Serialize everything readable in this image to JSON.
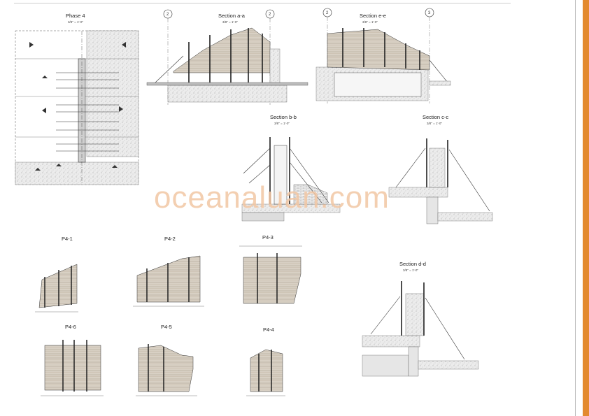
{
  "watermark": "oceanaluan.com",
  "scale_label": "3/8\" = 1'-0\"",
  "views": {
    "plan": {
      "title": "Phase 4"
    },
    "section_aa": {
      "title": "Section a-a",
      "grid_left": "2",
      "grid_right": "2"
    },
    "section_ee": {
      "title": "Section e-e",
      "grid_left": "2",
      "grid_right": "3"
    },
    "section_bb": {
      "title": "Section b-b"
    },
    "section_cc": {
      "title": "Section c-c"
    },
    "section_dd": {
      "title": "Section d-d"
    }
  },
  "panels": [
    {
      "id": "p4-1",
      "title": "P4-1"
    },
    {
      "id": "p4-2",
      "title": "P4-2"
    },
    {
      "id": "p4-3",
      "title": "P4-3"
    },
    {
      "id": "p4-6",
      "title": "P4-6"
    },
    {
      "id": "p4-5",
      "title": "P4-5"
    },
    {
      "id": "p4-4",
      "title": "P4-4"
    }
  ],
  "colors": {
    "accent_bar": "#e38a2f",
    "watermark": "#f2c7a4",
    "linework": "#333333"
  }
}
